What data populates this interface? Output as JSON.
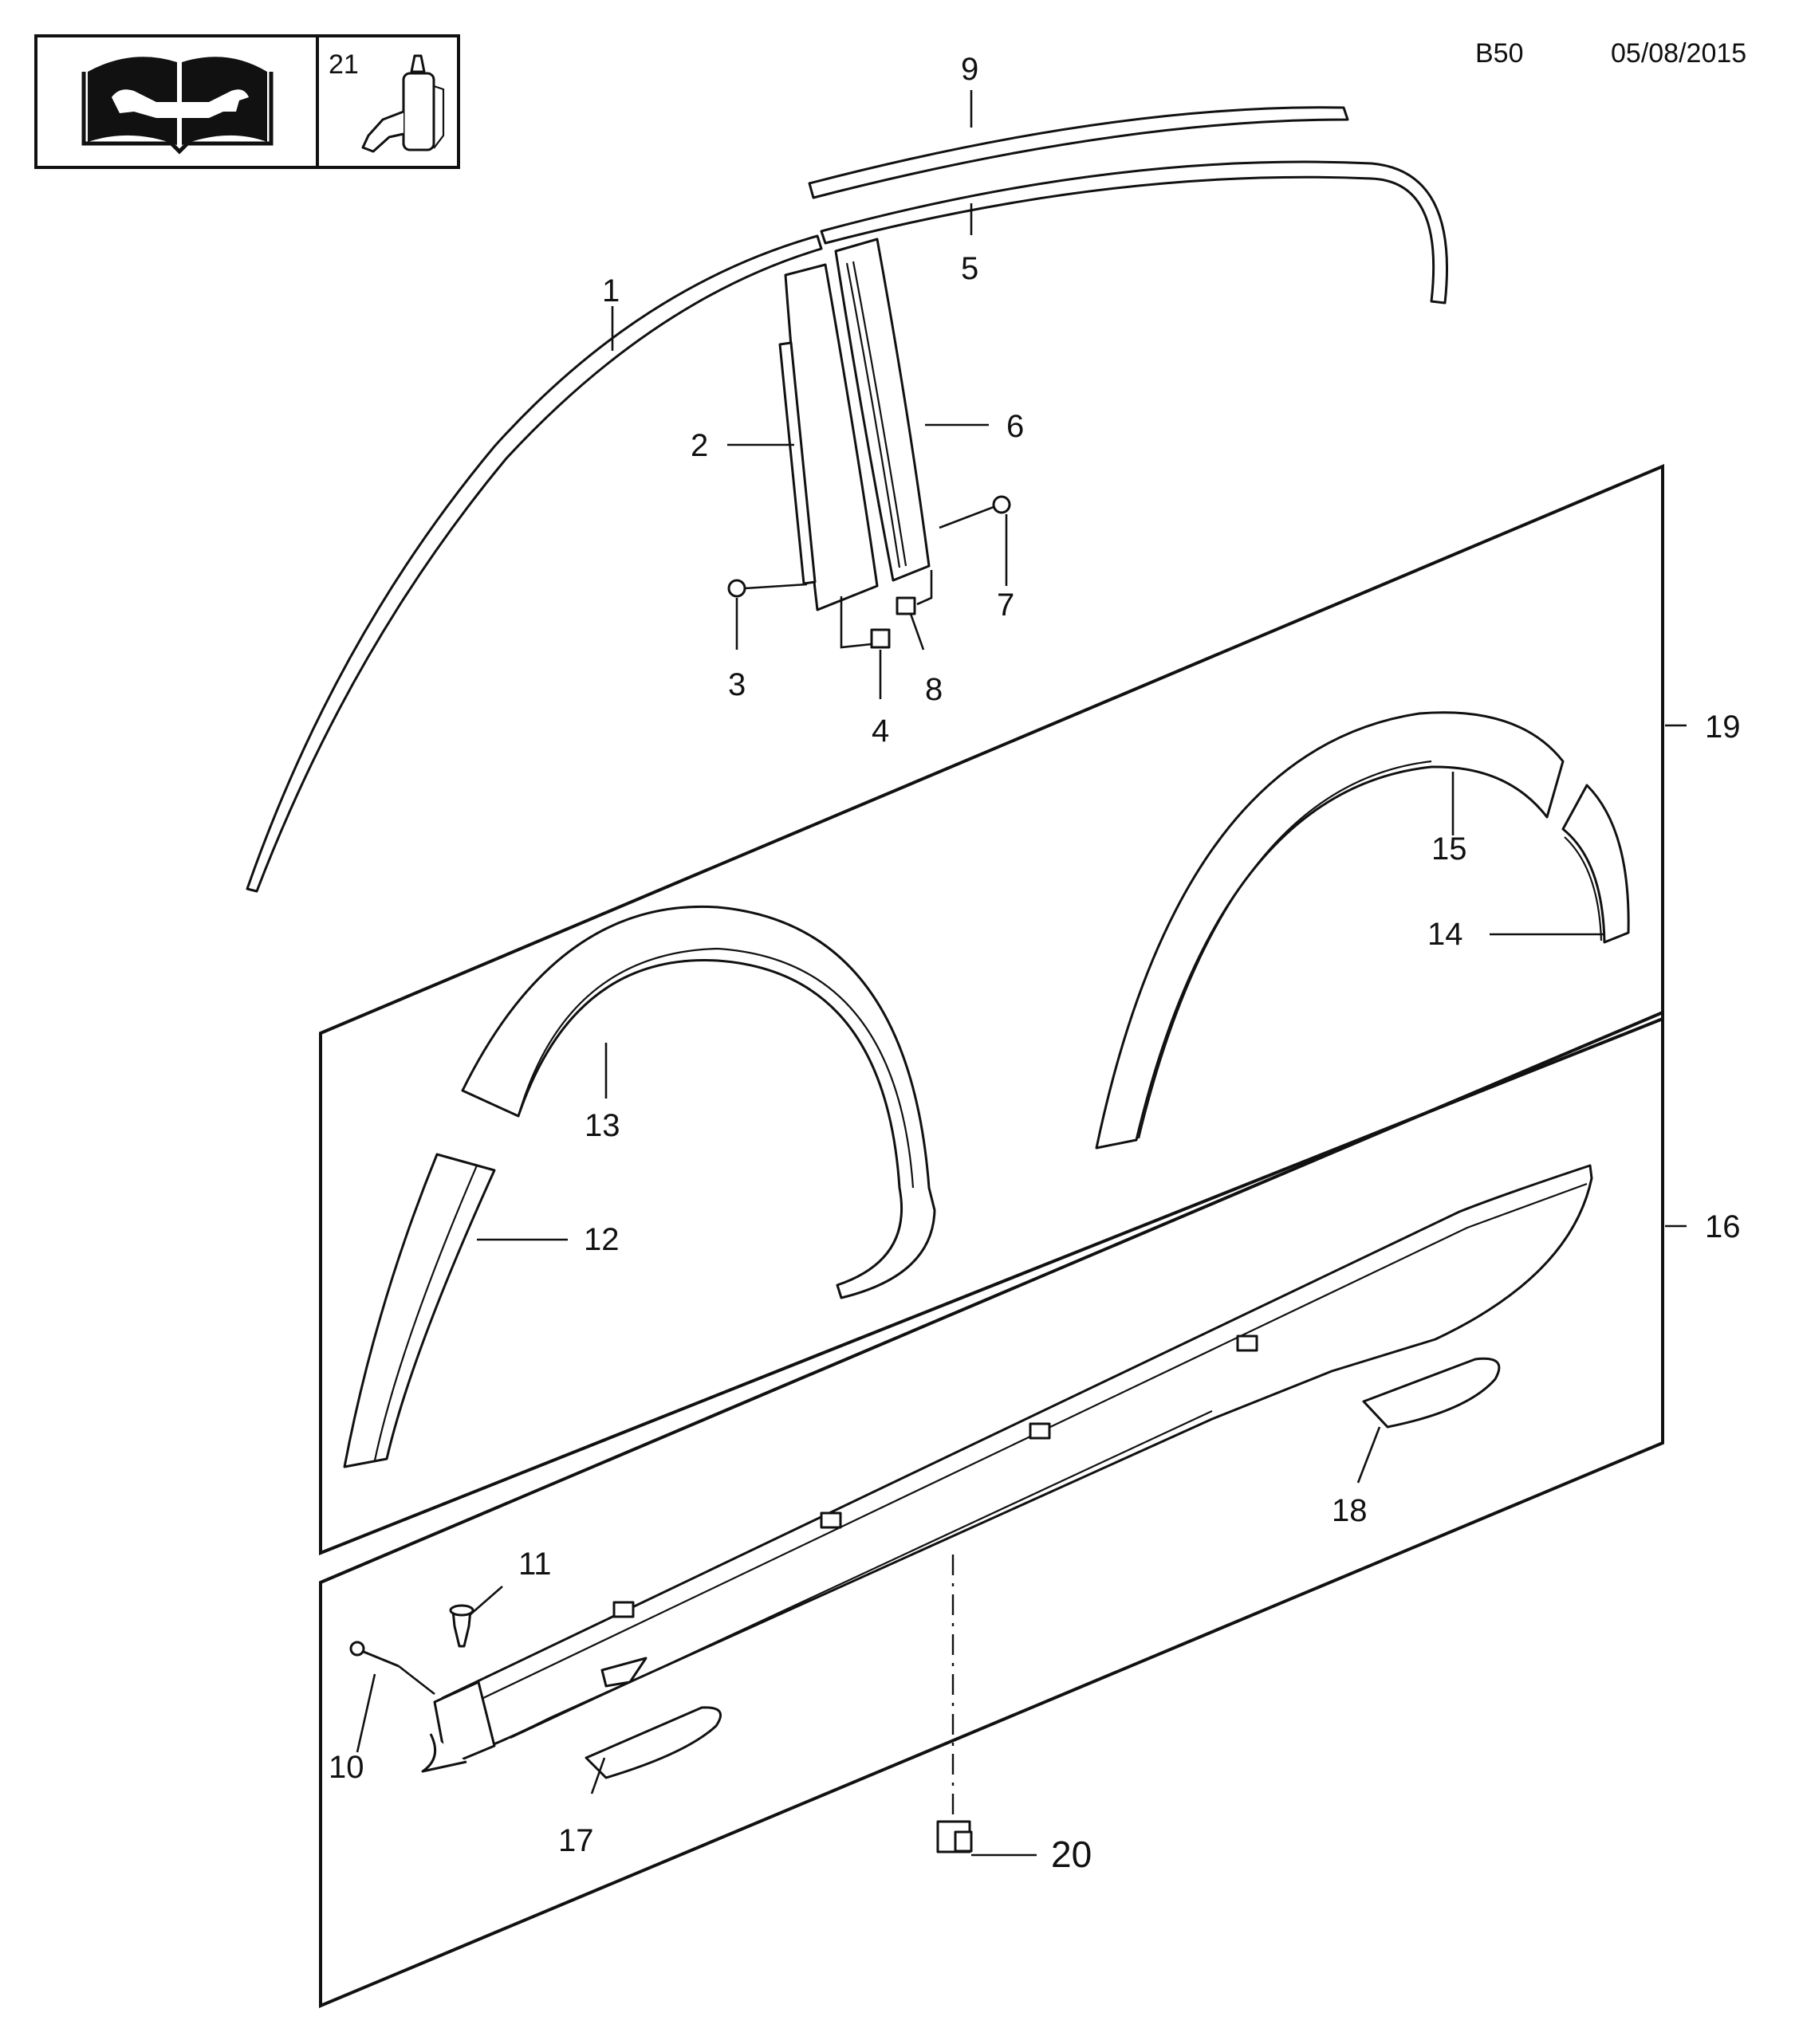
{
  "header": {
    "section_code": "B50",
    "date": "05/08/2015",
    "glue_ref": "21"
  },
  "icons": {
    "manual": "repair-manual-icon",
    "adhesive": "adhesive-bottle-icon"
  },
  "callouts": {
    "c1": "1",
    "c2": "2",
    "c3": "3",
    "c4": "4",
    "c5": "5",
    "c6": "6",
    "c7": "7",
    "c8": "8",
    "c9": "9",
    "c10": "10",
    "c11": "11",
    "c12": "12",
    "c13": "13",
    "c14": "14",
    "c15": "15",
    "c16": "16",
    "c17": "17",
    "c18": "18",
    "c19": "19",
    "c20": "20"
  }
}
